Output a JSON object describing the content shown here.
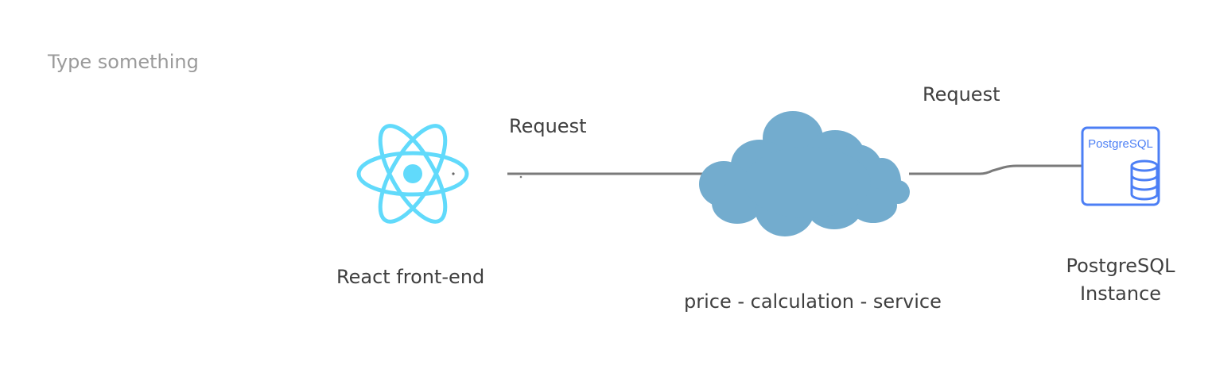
{
  "canvas": {
    "placeholder": "Type something"
  },
  "nodes": {
    "react": {
      "label": "React front-end",
      "icon": "react-atom-icon",
      "color": "#61dafb"
    },
    "service": {
      "label": "price - calculation - service",
      "icon": "cloud-icon",
      "color": "#73acce"
    },
    "database": {
      "label_line1": "PostgreSQL",
      "label_line2": "Instance",
      "icon_text": "PostgreSQL",
      "icon": "postgresql-database-icon",
      "color": "#4c7ff5"
    }
  },
  "edges": {
    "react_to_service": {
      "label": "Request",
      "color": "#7a7a7a"
    },
    "service_to_database": {
      "label": "Request",
      "color": "#7a7a7a"
    }
  }
}
